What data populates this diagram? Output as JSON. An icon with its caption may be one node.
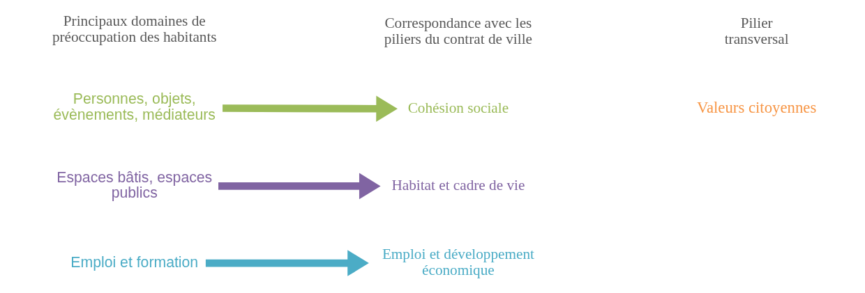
{
  "diagram": {
    "nodes": [
      {
        "text": [
          "Personnes, objets, évènements, médiateurs"
        ]
      },
      {
        "text": [
          "Espaces bâtis, espaces publics"
        ]
      },
      {
        "text": [
          "Emploi et formation"
        ]
      },
      {
        "text": [
          "Cohésion sociale"
        ]
      },
      {
        "text": [
          "Habitat et cadre de vie"
        ]
      },
      {
        "text": [
          "Emploi et développement économique"
        ]
      }
    ],
    "edges": [
      {
        "from": 0,
        "to": 3,
        "arrow": "to",
        "color": "#9bbb59"
      },
      {
        "from": 1,
        "to": 4,
        "arrow": "to",
        "color": "#8064a2"
      },
      {
        "from": 2,
        "to": 5,
        "arrow": "to",
        "color": "#4bacc6"
      }
    ],
    "labels": [
      "Principaux domaines de préoccupation des habitants",
      "Correspondance avec les piliers du contrat de ville",
      "Pilier transversal",
      "Valeurs citoyennes"
    ]
  }
}
